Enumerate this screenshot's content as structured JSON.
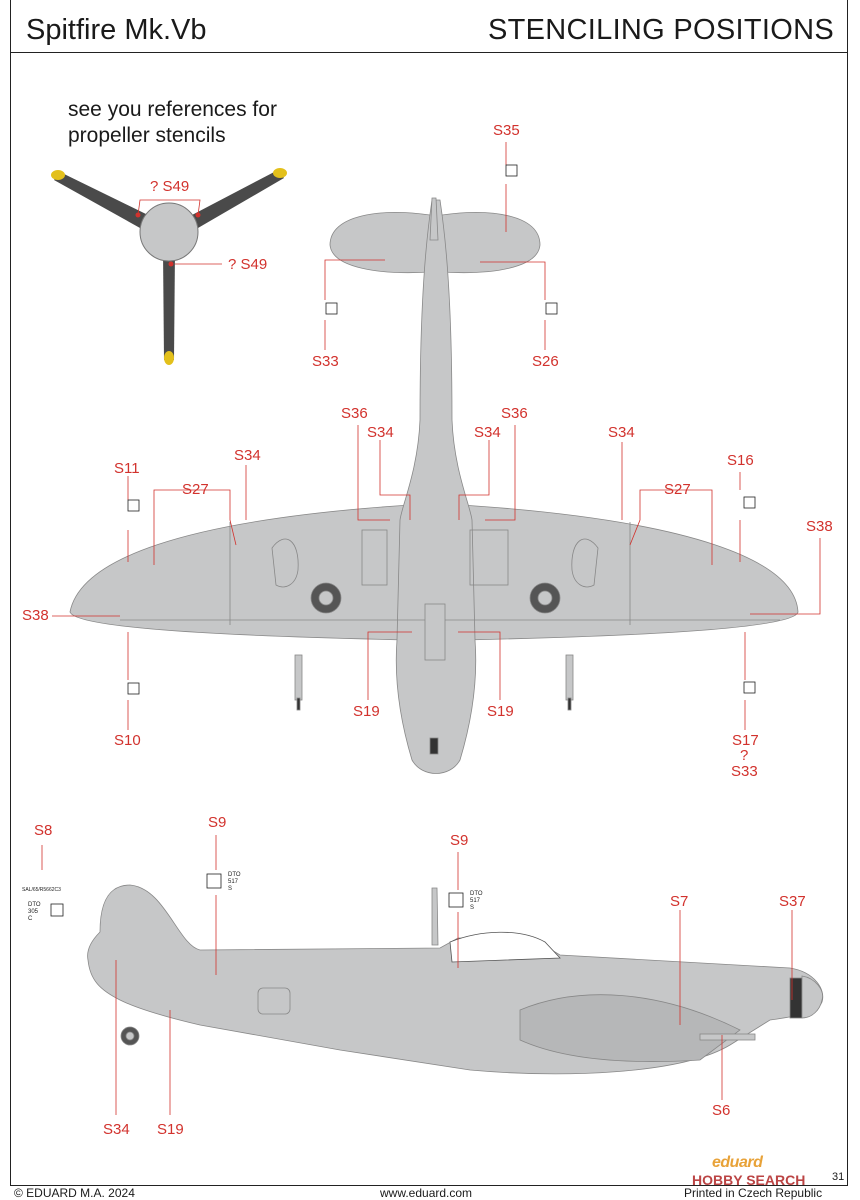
{
  "header": {
    "title": "Spitfire Mk.Vb",
    "section": "STENCILING POSITIONS"
  },
  "note": "see you references for\npropeller stencils",
  "propeller_callouts": [
    "? S49",
    "? S49"
  ],
  "callouts": {
    "s35": "S35",
    "s33a": "S33",
    "s26": "S26",
    "s36a": "S36",
    "s36b": "S36",
    "s34a": "S34",
    "s34b": "S34",
    "s34c": "S34",
    "s34d": "S34",
    "s11": "S11",
    "s27a": "S27",
    "s27b": "S27",
    "s16": "S16",
    "s38a": "S38",
    "s38b": "S38",
    "s10": "S10",
    "s19a": "S19",
    "s19b": "S19",
    "s17": "S17",
    "q": "?",
    "s33b": "S33",
    "s8": "S8",
    "s9a": "S9",
    "s9b": "S9",
    "s7": "S7",
    "s37": "S37",
    "s6": "S6",
    "s34e": "S34",
    "s19c": "S19"
  },
  "stencil_texts": {
    "fuel_a": "DTO",
    "fuel_b": "517",
    "fuel_c": "S",
    "fin_code": "SAL/65/R5662C3",
    "fin_a": "DTO",
    "fin_b": "305",
    "fin_c": "C"
  },
  "footer": {
    "copyright": "© EDUARD M.A. 2024",
    "website": "www.eduard.com",
    "printed": "Printed in Czech Republic",
    "brand": "eduard",
    "watermark": "HOBBY SEARCH",
    "page": "31"
  },
  "colors": {
    "airframe": "#c6c7c8",
    "callout": "#d2322d",
    "propeller": "#4a4a4a",
    "tip": "#e3c01b"
  }
}
